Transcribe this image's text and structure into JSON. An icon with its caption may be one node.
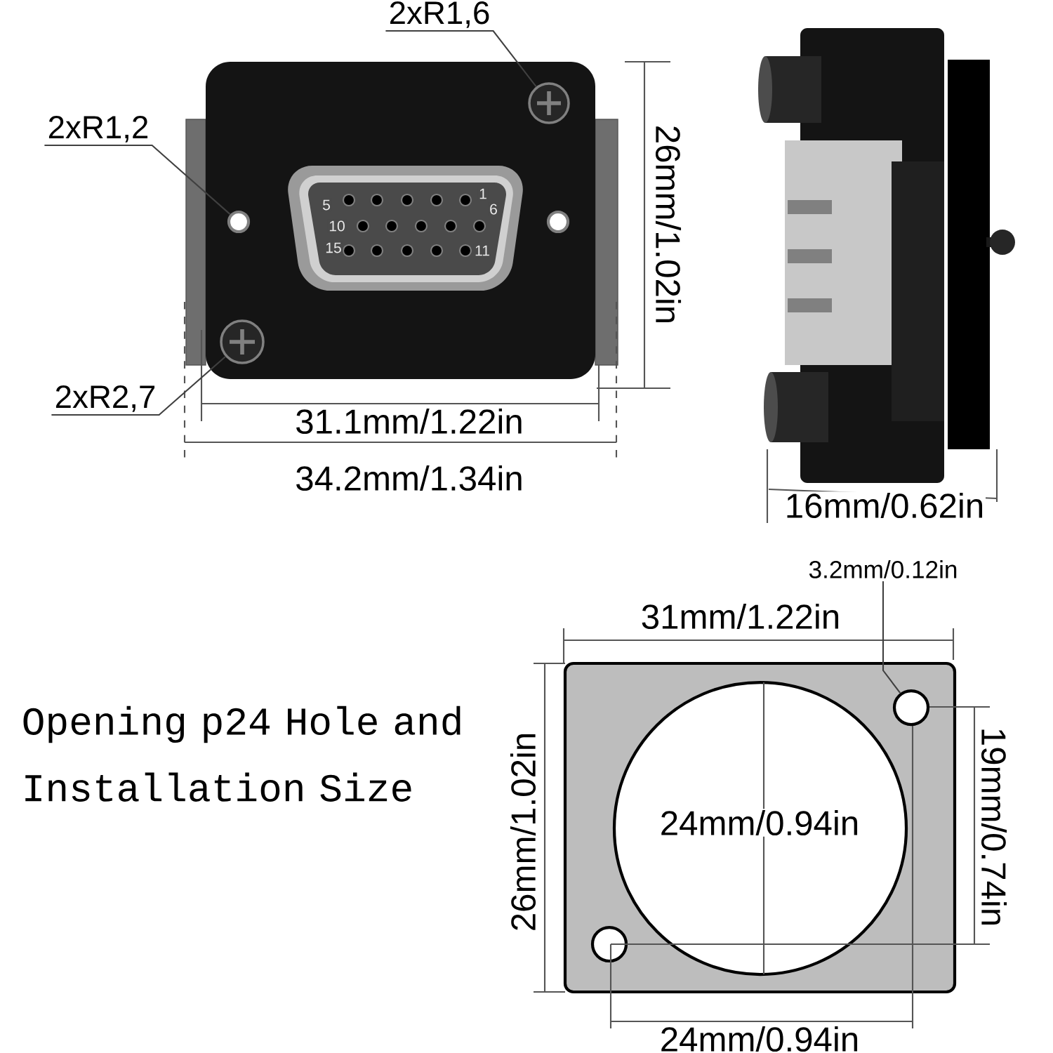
{
  "diagram": {
    "title": "Opening p24 Hole and Installation Size",
    "nodes": [
      {
        "text": [
          "2xR1,6"
        ]
      },
      {
        "text": [],
        "shape": "circle"
      },
      {
        "text": [
          "2xR1,2"
        ]
      },
      {
        "text": [],
        "shape": "circle"
      },
      {
        "text": [
          "2xR2,7"
        ]
      },
      {
        "text": [],
        "shape": "circle"
      },
      {
        "text": [
          "3.2mm/0.12in"
        ]
      },
      {
        "text": [],
        "shape": "circle"
      }
    ],
    "edges": [
      {
        "from": 0,
        "to": 1,
        "arrow": "none"
      },
      {
        "from": 2,
        "to": 3,
        "arrow": "none"
      },
      {
        "from": 4,
        "to": 5,
        "arrow": "none"
      },
      {
        "from": 6,
        "to": 7,
        "arrow": "none"
      }
    ],
    "labels": [
      "5",
      "1",
      "6",
      "10",
      "15",
      "11",
      "26mm/1.02in",
      "31.1mm/1.22in",
      "34.2mm/1.34in",
      "16mm/0.62in",
      "31mm/1.22in",
      "26mm/1.02in",
      "24mm/0.94in",
      "19mm/0.74in",
      "24mm/0.94in"
    ]
  }
}
